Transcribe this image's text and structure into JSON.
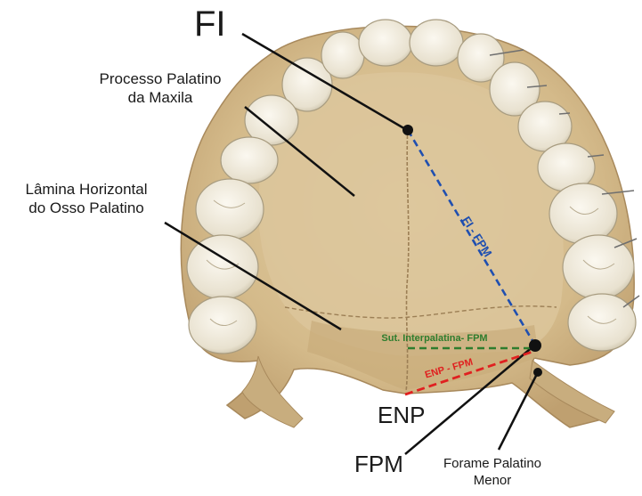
{
  "labels": {
    "fi": "FI",
    "processo_palatino_line1": "Processo Palatino",
    "processo_palatino_line2": "da Maxila",
    "lamina_line1": "Lâmina Horizontal",
    "lamina_line2": "do Osso Palatino",
    "enp": "ENP",
    "fpm": "FPM",
    "forame_line1": "Forame Palatino",
    "forame_line2": "Menor"
  },
  "measurements": {
    "fi_fpm": "FI - FPM",
    "sut_interpalatina_fpm": "Sut. Interpalatina- FPM",
    "enp_fpm": "ENP - FPM"
  },
  "colors": {
    "fi_fpm_line": "#1f4fb0",
    "sut_line": "#2e7d2e",
    "enp_line": "#e02020",
    "bone": "#d9c296",
    "tooth": "#f0ebde"
  }
}
